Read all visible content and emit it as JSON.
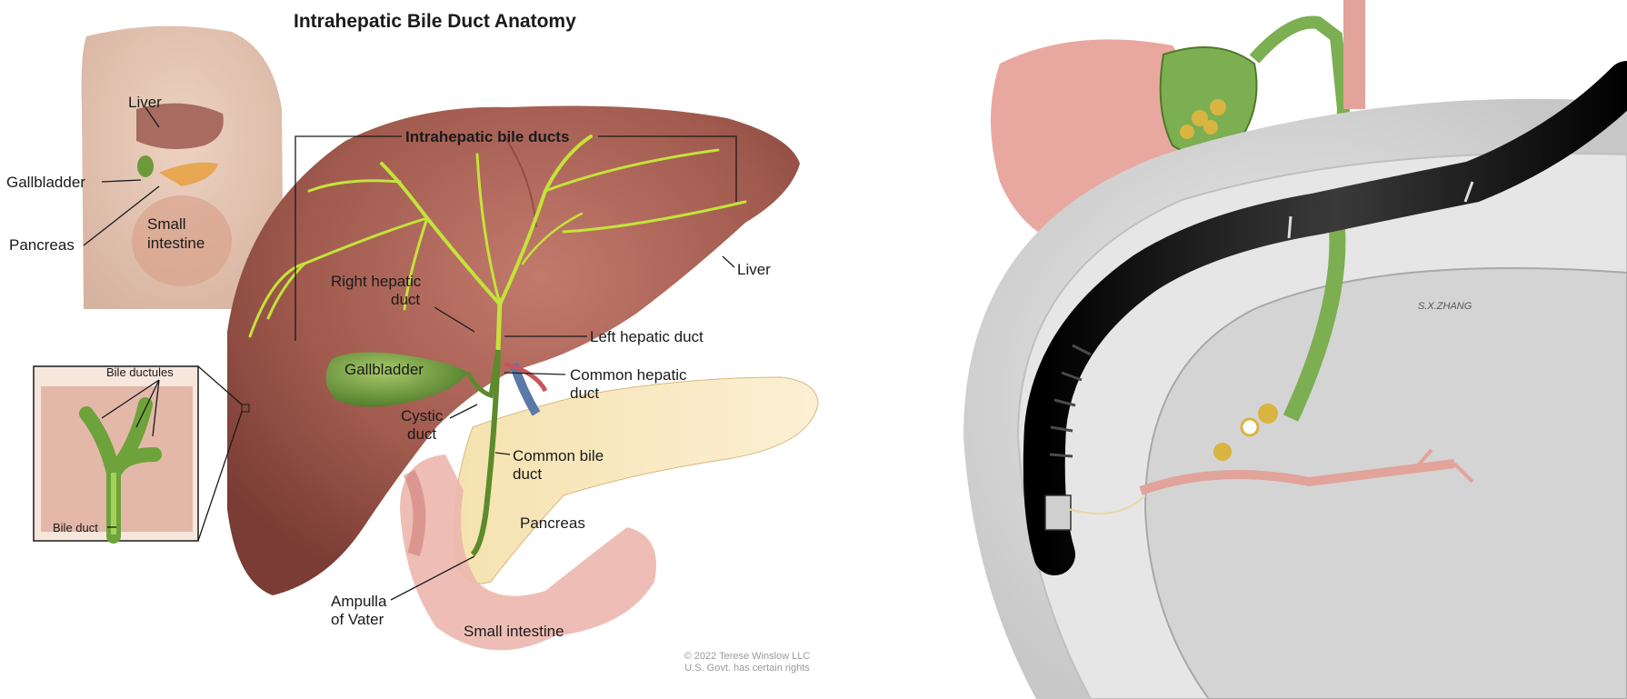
{
  "left_panel": {
    "title": "Intrahepatic Bile Duct Anatomy",
    "inset_body": {
      "liver": "Liver",
      "gallbladder": "Gallbladder",
      "pancreas": "Pancreas",
      "small_intestine_1": "Small",
      "small_intestine_2": "intestine"
    },
    "main": {
      "intrahepatic_bile_ducts": "Intrahepatic bile ducts",
      "right_hepatic_duct_1": "Right hepatic",
      "right_hepatic_duct_2": "duct",
      "liver": "Liver",
      "left_hepatic_duct": "Left hepatic duct",
      "gallbladder": "Gallbladder",
      "common_hepatic_duct_1": "Common hepatic",
      "common_hepatic_duct_2": "duct",
      "cystic_duct_1": "Cystic",
      "cystic_duct_2": "duct",
      "common_bile_duct_1": "Common bile",
      "common_bile_duct_2": "duct",
      "pancreas": "Pancreas",
      "ampulla_1": "Ampulla",
      "ampulla_2": "of Vater",
      "small_intestine": "Small intestine"
    },
    "inset_detail": {
      "bile_ductules": "Bile ductules",
      "bile_duct": "Bile duct"
    },
    "copyright_1": "© 2022 Terese Winslow LLC",
    "copyright_2": "U.S. Govt. has certain rights"
  },
  "right_panel": {
    "signature": "S.X.ZHANG"
  },
  "colors": {
    "liver": "#a05a4e",
    "bile_duct": "#c4e33a",
    "gallbladder": "#6b9a3a",
    "pancreas": "#f2d89a",
    "intestine": "#e8a8a0",
    "endoscope": "#141414",
    "stone": "#d9b441"
  }
}
